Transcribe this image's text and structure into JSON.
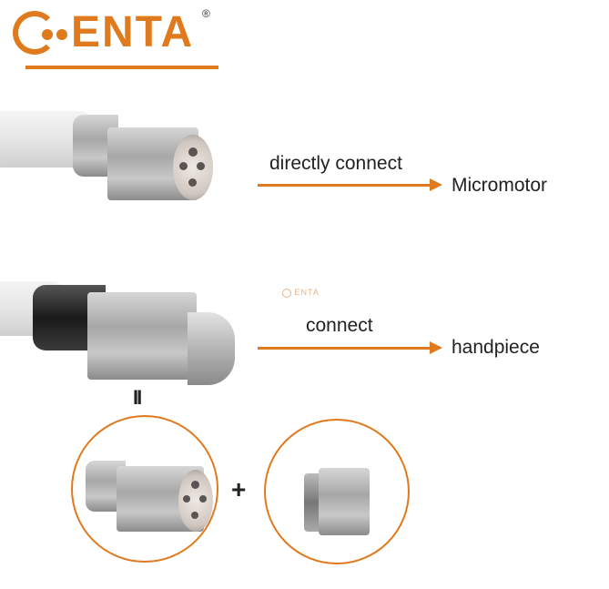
{
  "brand": {
    "logo_text": "ENTA",
    "registered": "®",
    "accent_color": "#e07a1f"
  },
  "watermark": {
    "text": "ENTA"
  },
  "row1": {
    "action": "directly connect",
    "target": "Micromotor"
  },
  "row2": {
    "action": "connect",
    "target": "handpiece"
  },
  "equals_symbol": "II",
  "plus_symbol": "+"
}
